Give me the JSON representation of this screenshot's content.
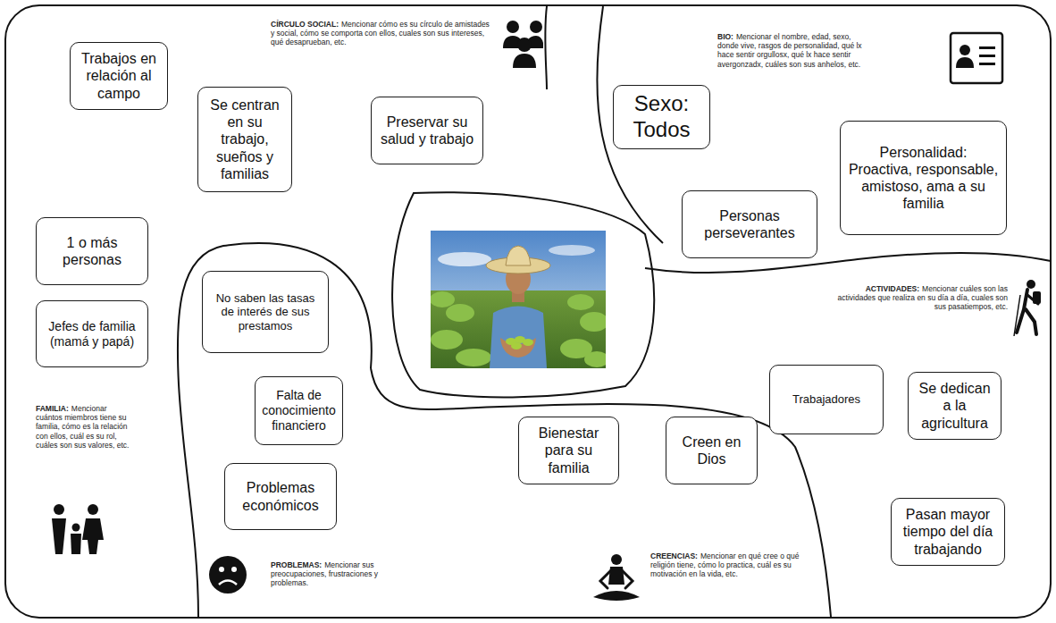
{
  "diagram": {
    "nodes": [
      {
        "text": [
          "Trabajos en relación al campo"
        ]
      },
      {
        "text": [
          "Se centran en su trabajo, sueños y familias"
        ]
      },
      {
        "text": [
          "Preservar su salud y trabajo"
        ]
      },
      {
        "text": [
          "Sexo: Todos"
        ]
      },
      {
        "text": [
          "Personalidad: Proactiva, responsable, amistoso, ama a su familia"
        ]
      },
      {
        "text": [
          "Personas perseverantes"
        ]
      },
      {
        "text": [
          "1 o más personas"
        ]
      },
      {
        "text": [
          "Jefes de familia (mamá y papá)"
        ]
      },
      {
        "text": [
          "No saben las tasas de interés de sus prestamos"
        ]
      },
      {
        "text": [
          "Falta de conocimiento financiero"
        ]
      },
      {
        "text": [
          "Bienestar para su familia"
        ]
      },
      {
        "text": [
          "Creen en Dios"
        ]
      },
      {
        "text": [
          "Trabajadores"
        ]
      },
      {
        "text": [
          "Se dedican a la agricultura"
        ]
      },
      {
        "text": [
          "Problemas económicos"
        ]
      },
      {
        "text": [
          "Pasan mayor tiempo del día trabajando"
        ]
      }
    ],
    "labels": [
      "CÍRCULO SOCIAL:",
      "Mencionar cómo es su círculo de amistades y social, cómo se comporta con ellos, cuales son sus intereses, qué desaprueban, etc.",
      "BIO:",
      "Mencionar el nombre, edad, sexo, donde vive, rasgos de personalidad, qué lx hace sentir orgullosx, qué lx hace sentir avergonzadx, cuáles son sus anhelos, etc.",
      "ACTIVIDADES:",
      "Mencionar cuáles son las actividades que realiza en su día a día, cuales son sus pasatiempos, etc.",
      "FAMILIA:",
      "Mencionar cuántos miembros tiene su familia, cómo es la relación con ellos, cuál es su rol, cuáles son sus valores, etc.",
      "PROBLEMAS:",
      "Mencionar sus preocupaciones, frustraciones y problemas.",
      "CREENCIAS:",
      "Mencionar en qué cree o qué religión tiene, cómo lo practica, cuál es su motivación en la vida, etc."
    ]
  }
}
